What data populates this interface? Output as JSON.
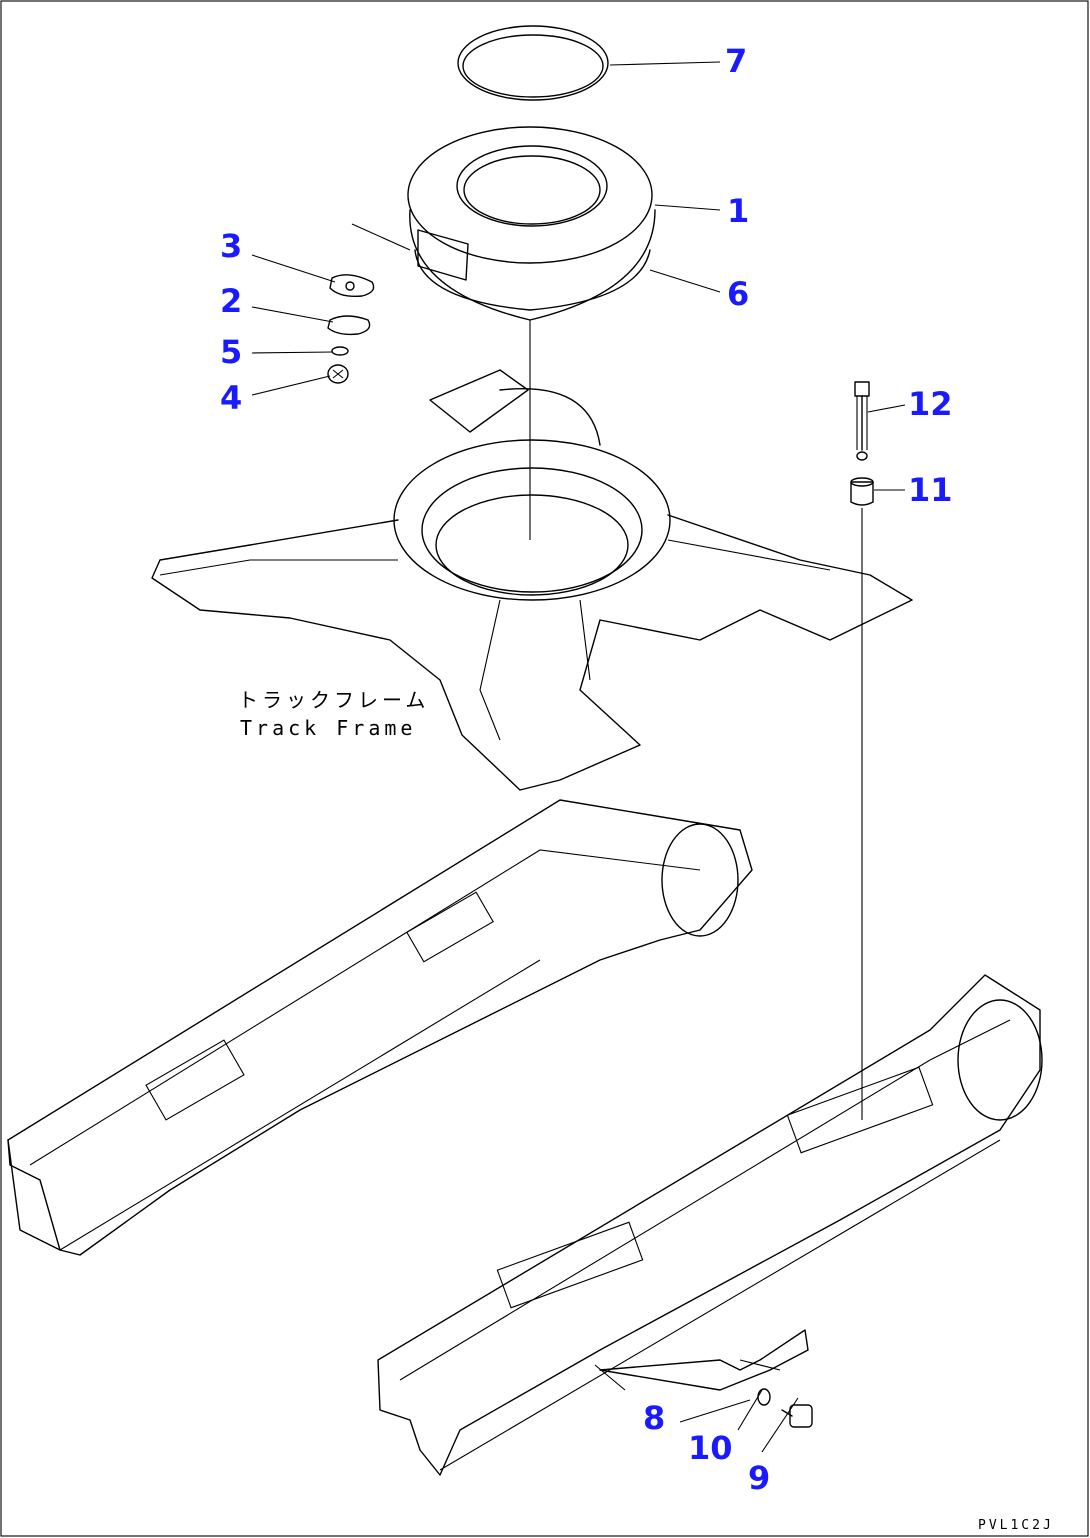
{
  "callouts": {
    "c1": "1",
    "c2": "2",
    "c3": "3",
    "c4": "4",
    "c5": "5",
    "c6": "6",
    "c7": "7",
    "c8": "8",
    "c9": "9",
    "c10": "10",
    "c11": "11",
    "c12": "12"
  },
  "frame_label": {
    "japanese": "トラックフレーム",
    "english": "Track Frame"
  },
  "drawing_code": "PVL1C2J",
  "colors": {
    "callout": "#1a1aff",
    "line": "#000000",
    "background": "#ffffff"
  }
}
